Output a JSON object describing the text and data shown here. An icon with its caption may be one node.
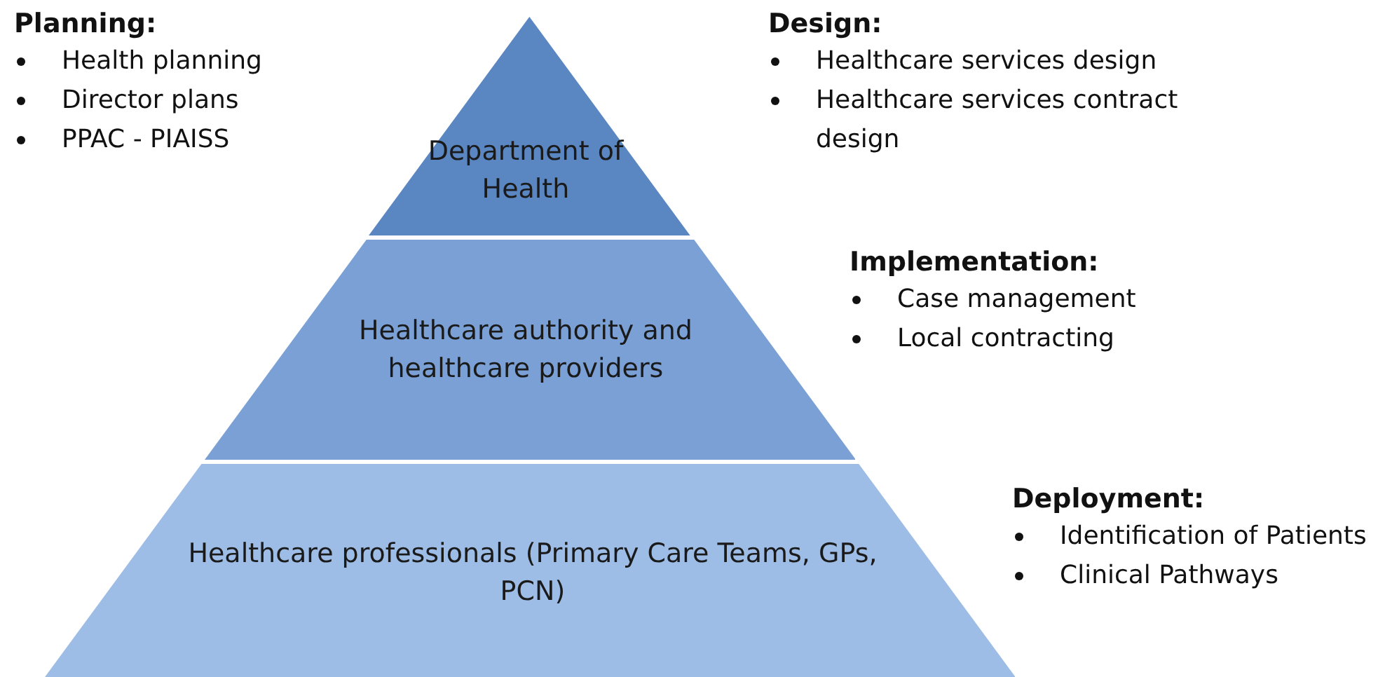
{
  "diagram": {
    "nodes": [
      {
        "text": [
          "Department of Health"
        ]
      },
      {
        "text": [
          "Healthcare authority and healthcare providers"
        ]
      },
      {
        "text": [
          "Healthcare professionals (Primary Care Teams, GPs, PCN)"
        ]
      }
    ],
    "labels": [
      "Planning:",
      "Health planning",
      "Director plans",
      "PPAC - PIAISS",
      "Design:",
      "Healthcare services design",
      "Healthcare services contract design",
      "Implementation:",
      "Case management",
      "Local contracting",
      "Deployment:",
      "Identification of Patients",
      "Clinical Pathways"
    ]
  }
}
